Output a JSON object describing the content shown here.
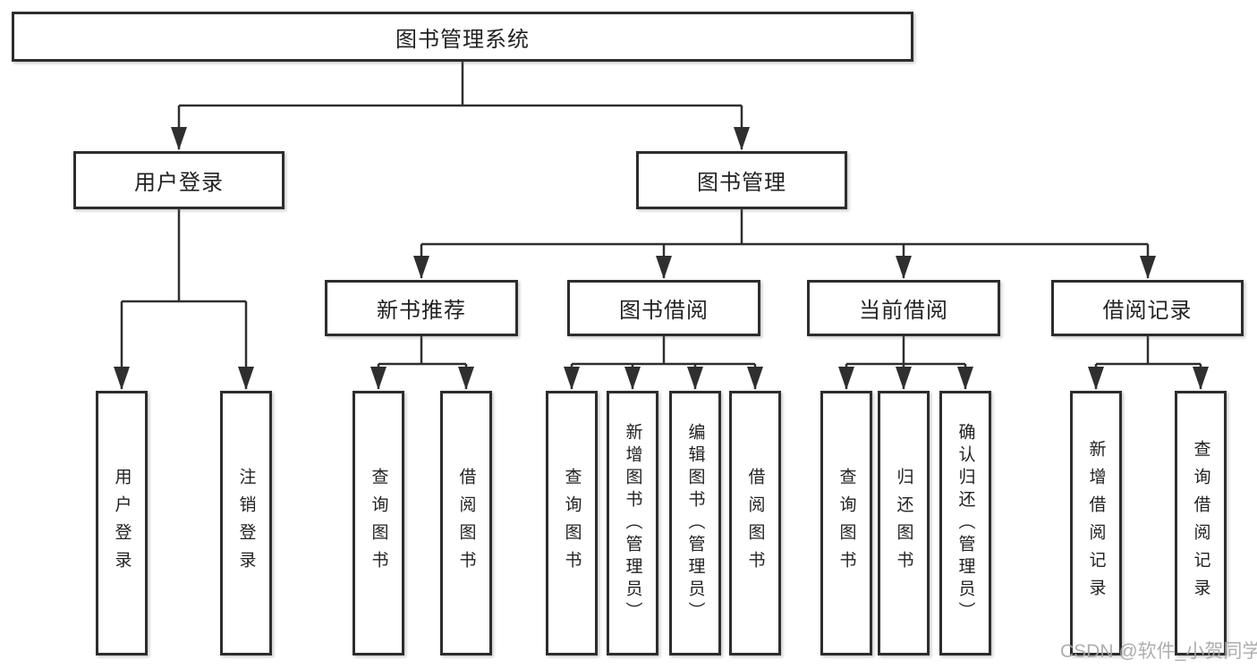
{
  "diagram": {
    "watermark": {
      "text": "CSDN @软件_小贺同学"
    },
    "colors": {
      "line": "#2f2f2f",
      "box_border": "#2d2d2d",
      "box_background": "#ffffff",
      "text": "#222222",
      "watermark": "#a6a6a6"
    },
    "tree": {
      "label": "图书管理系统",
      "children": [
        {
          "label": "用户登录",
          "children": [
            {
              "label": "用户登录"
            },
            {
              "label": "注销登录"
            }
          ]
        },
        {
          "label": "图书管理",
          "children": [
            {
              "label": "新书推荐",
              "children": [
                {
                  "label": "查询图书"
                },
                {
                  "label": "借阅图书"
                }
              ]
            },
            {
              "label": "图书借阅",
              "children": [
                {
                  "label": "查询图书"
                },
                {
                  "label": "新增图书（管理员）"
                },
                {
                  "label": "编辑图书（管理员）"
                },
                {
                  "label": "借阅图书"
                }
              ]
            },
            {
              "label": "当前借阅",
              "children": [
                {
                  "label": "查询图书"
                },
                {
                  "label": "归还图书"
                },
                {
                  "label": "确认归还（管理员）"
                }
              ]
            },
            {
              "label": "借阅记录",
              "children": [
                {
                  "label": "新增借阅记录"
                },
                {
                  "label": "查询借阅记录"
                }
              ]
            }
          ]
        }
      ]
    }
  }
}
